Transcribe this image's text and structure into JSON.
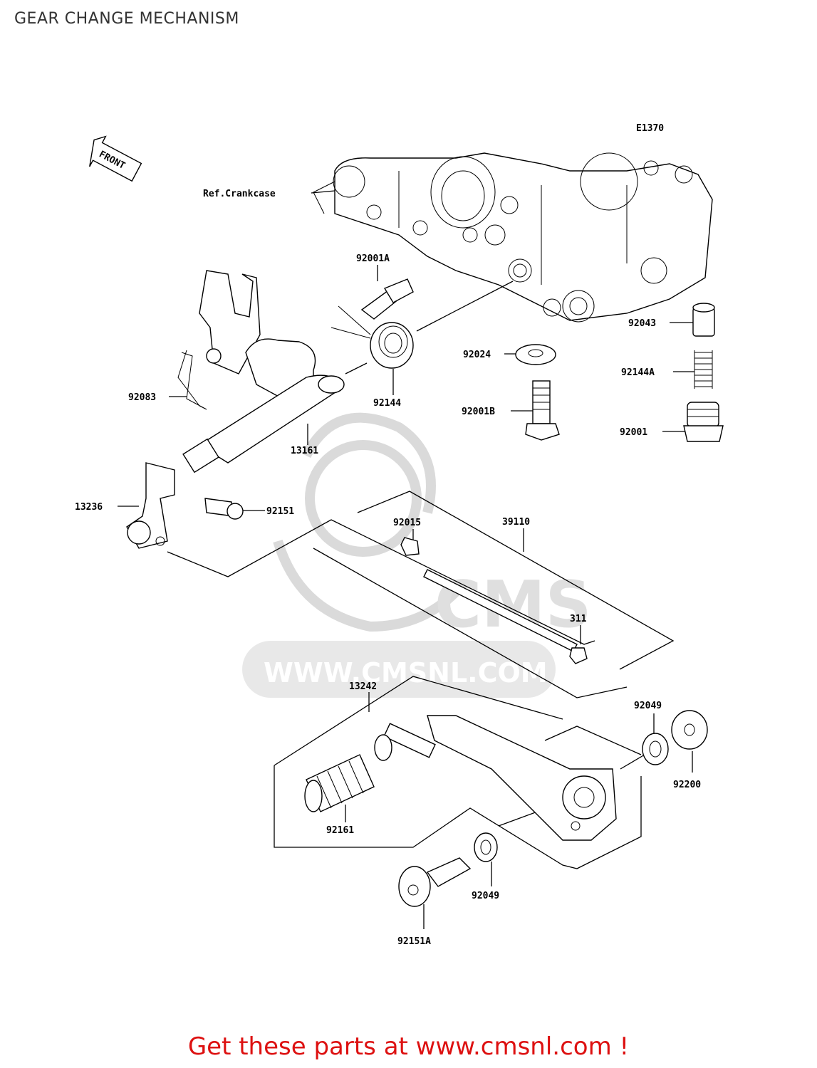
{
  "title": "GEAR CHANGE MECHANISM",
  "diagram_code": "E1370",
  "front_label": "FRONT",
  "ref_label": "Ref.Crankcase",
  "watermark": "WWW.CMSNL.COM",
  "watermark_logo": "CMS",
  "parts": {
    "p92001A": "92001A",
    "p92043": "92043",
    "p92024": "92024",
    "p92144A": "92144A",
    "p92144": "92144",
    "p92083": "92083",
    "p92001B": "92001B",
    "p92001": "92001",
    "p13161": "13161",
    "p13236": "13236",
    "p92151": "92151",
    "p92015": "92015",
    "p39110": "39110",
    "p311": "311",
    "p13242": "13242",
    "p92049a": "92049",
    "p92200": "92200",
    "p92161": "92161",
    "p92049b": "92049",
    "p92151A": "92151A"
  },
  "cta": "Get these parts at www.cmsnl.com !"
}
